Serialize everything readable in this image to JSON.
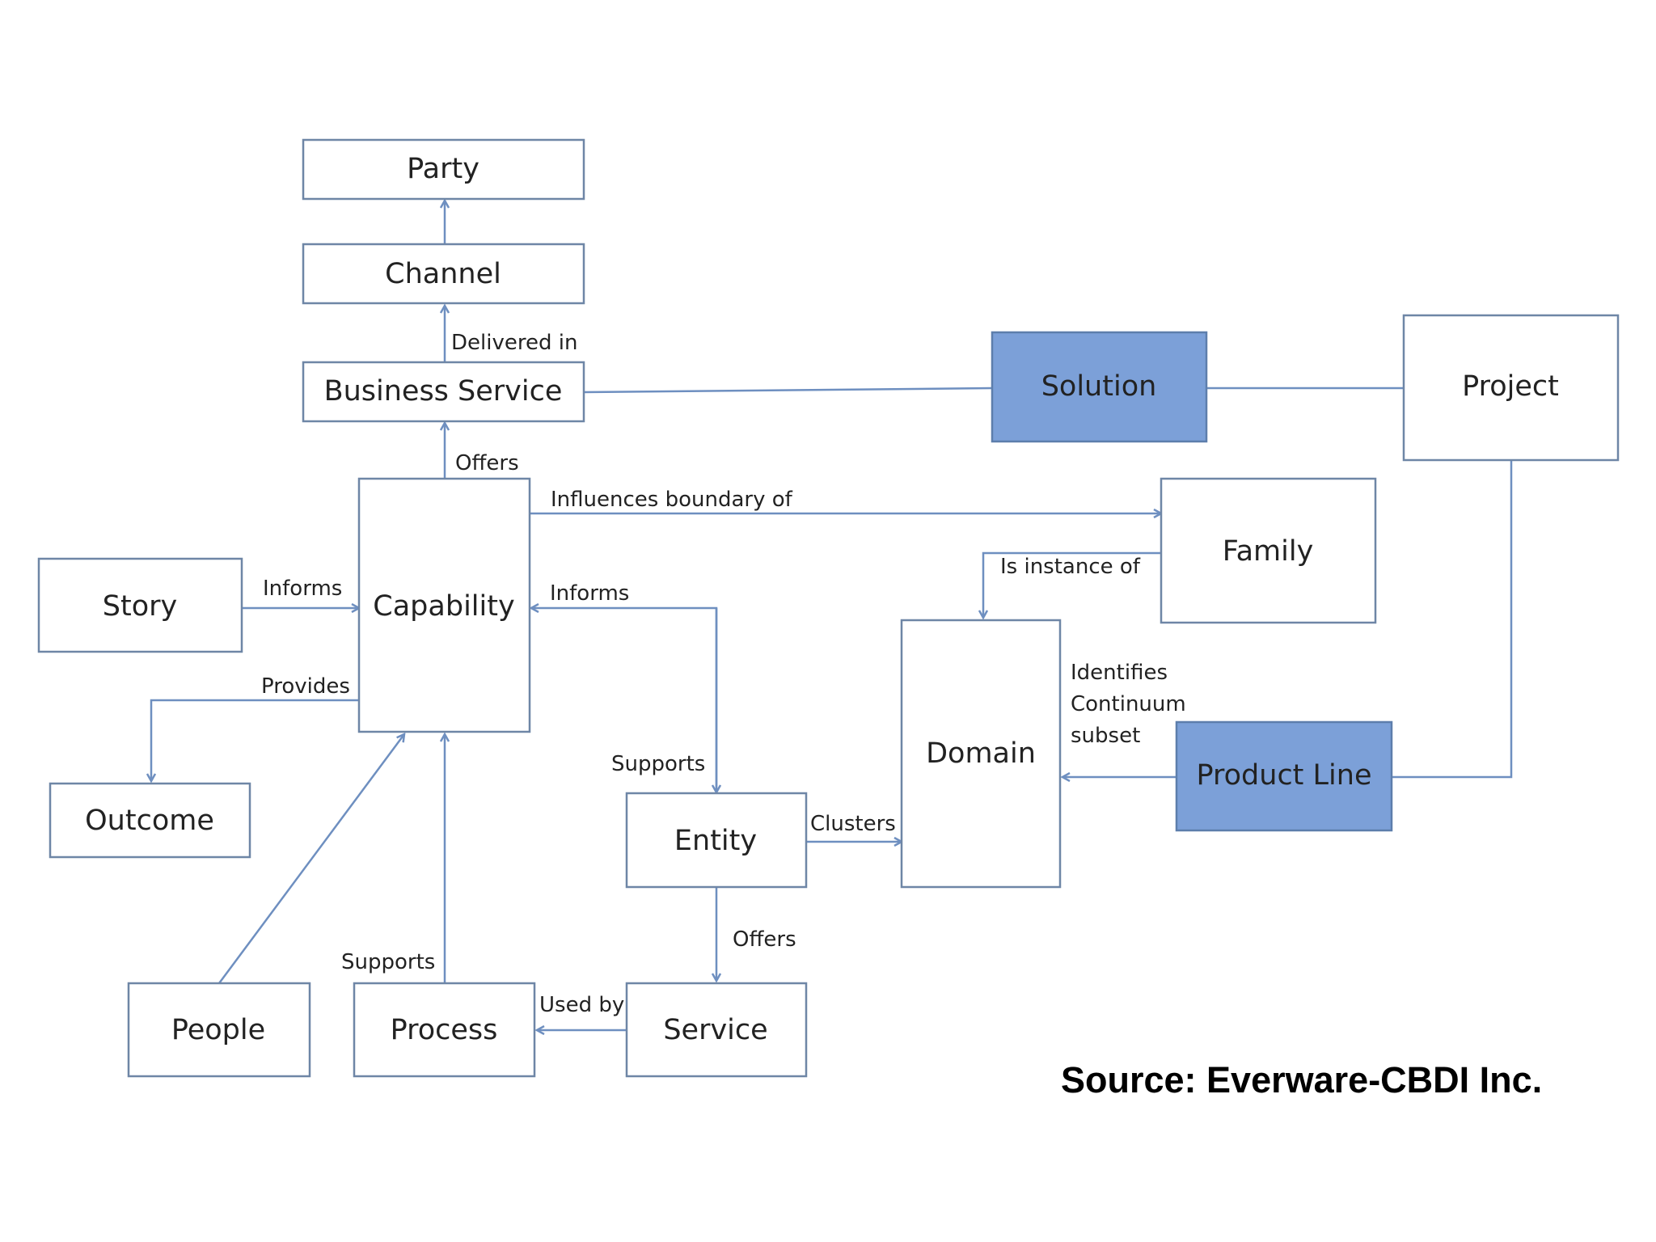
{
  "nodes": {
    "party": "Party",
    "channel": "Channel",
    "business_service": "Business Service",
    "solution": "Solution",
    "project": "Project",
    "capability": "Capability",
    "family": "Family",
    "story": "Story",
    "domain": "Domain",
    "product_line": "Product Line",
    "outcome": "Outcome",
    "entity": "Entity",
    "people": "People",
    "process": "Process",
    "service": "Service"
  },
  "edges": {
    "delivered_in": "Delivered  in",
    "offers_top": "Offers",
    "influences_boundary_of": "Influences boundary of",
    "informs_story": "Informs",
    "informs_entity": "Informs",
    "is_instance_of": "Is instance of",
    "provides": "Provides",
    "identifies_line1": "Identifies",
    "identifies_line2": "Continuum",
    "identifies_line3": "subset",
    "supports_entity": "Supports",
    "clusters": "Clusters",
    "offers_service": "Offers",
    "supports_process": "Supports",
    "used_by": "Used by"
  },
  "caption": "Source: Everware-CBDI Inc.",
  "colors": {
    "highlight_fill": "#7ca0d8",
    "box_border": "#6e86a6",
    "connector": "#6e8fc0"
  }
}
